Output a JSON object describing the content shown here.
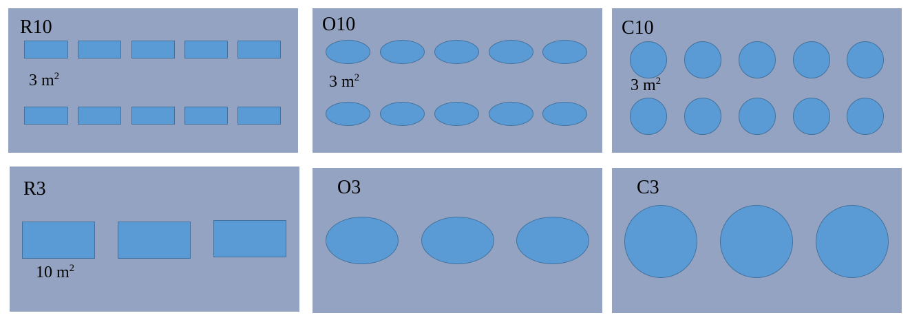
{
  "colors": {
    "panel": "#93a3c1",
    "shape_fill": "#5b9bd5",
    "shape_border": "#41719c",
    "background": "#ffffff"
  },
  "panels": {
    "r10": {
      "label": "R10",
      "shape": "rectangle",
      "count": 10,
      "area_value": "3 m",
      "area_exp": "2"
    },
    "o10": {
      "label": "O10",
      "shape": "ellipse",
      "count": 10,
      "area_value": "3 m",
      "area_exp": "2"
    },
    "c10": {
      "label": "C10",
      "shape": "circle",
      "count": 10,
      "area_value": "3 m",
      "area_exp": "2"
    },
    "r3": {
      "label": "R3",
      "shape": "rectangle",
      "count": 3,
      "area_value": "10 m",
      "area_exp": "2"
    },
    "o3": {
      "label": "O3",
      "shape": "ellipse",
      "count": 3
    },
    "c3": {
      "label": "C3",
      "shape": "circle",
      "count": 3
    }
  }
}
